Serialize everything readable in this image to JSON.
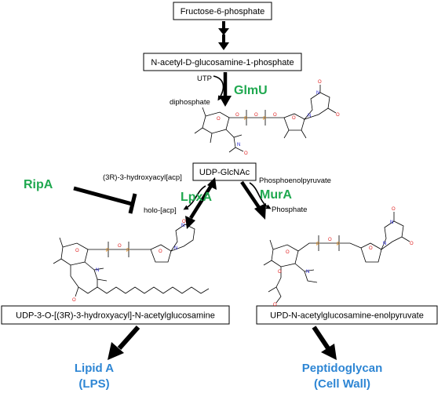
{
  "nodes": {
    "f6p": "Fructose-6-phosphate",
    "glcnac1p": "N-acetyl-D-glucosamine-1-phosphate",
    "udpglcnac": "UDP-GlcNAc",
    "udp3o": "UDP-3-O-[(3R)-3-hydroxyacyl]-N-acetylglucosamine",
    "updenol": "UPD-N-acetylglucosamine-enolpyruvate"
  },
  "cofactors": {
    "utp": "UTP",
    "diphosphate": "diphosphate",
    "hydroxyacyl_acp": "(3R)-3-hydroxyacyl[acp]",
    "holo_acp": "holo-[acp]",
    "pep": "Phosphoenolpyruvate",
    "phosphate": "Phosphate"
  },
  "enzymes": {
    "glmu": "GlmU",
    "ripa": "RipA",
    "lpxa": "LpxA",
    "mura": "MurA"
  },
  "products": {
    "lipid_a_line1": "Lipid A",
    "lipid_a_line2": "(LPS)",
    "pg_line1": "Peptidoglycan",
    "pg_line2": "(Cell Wall)"
  },
  "colors": {
    "enzyme": "#1fa84f",
    "product": "#2e86d4",
    "oxygen": "#e02020",
    "nitrogen": "#2020d0",
    "phosphorus": "#e08000"
  }
}
